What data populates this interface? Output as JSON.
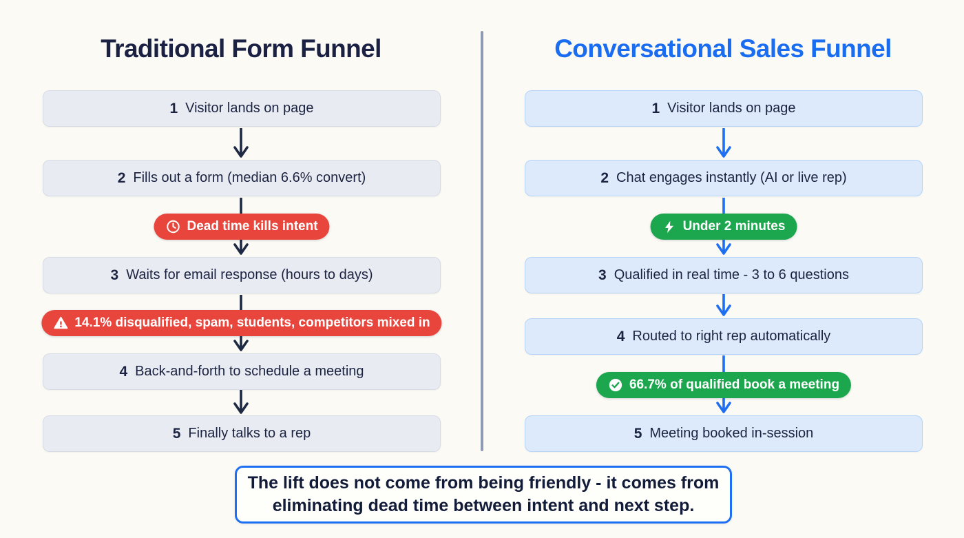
{
  "left": {
    "title": "Traditional Form Funnel",
    "steps": [
      {
        "num": "1",
        "label": "Visitor lands on page"
      },
      {
        "num": "2",
        "label": "Fills out a form (median 6.6% convert)"
      },
      {
        "num": "3",
        "label": "Waits for email response (hours to days)"
      },
      {
        "num": "4",
        "label": "Back-and-forth to schedule a meeting"
      },
      {
        "num": "5",
        "label": "Finally talks to a rep"
      }
    ],
    "badges": [
      {
        "icon": "clock-icon",
        "text": "Dead time kills intent"
      },
      {
        "icon": "warning-icon",
        "text": "14.1% disqualified, spam, students, competitors mixed in"
      }
    ]
  },
  "right": {
    "title": "Conversational Sales Funnel",
    "steps": [
      {
        "num": "1",
        "label": "Visitor lands on page"
      },
      {
        "num": "2",
        "label": "Chat engages instantly (AI or live rep)"
      },
      {
        "num": "3",
        "label": "Qualified in real time - 3 to 6 questions"
      },
      {
        "num": "4",
        "label": "Routed to right rep automatically"
      },
      {
        "num": "5",
        "label": "Meeting booked in-session"
      }
    ],
    "badges": [
      {
        "icon": "bolt-icon",
        "text": "Under 2 minutes"
      },
      {
        "icon": "check-circle-icon",
        "text": "66.7% of qualified book a meeting"
      }
    ]
  },
  "footer": {
    "line1": "The lift does not come from being friendly - it comes from",
    "line2": "eliminating dead time between intent and next step."
  },
  "colors": {
    "accent_blue": "#1a6cf0",
    "dark_navy": "#1b2142",
    "alert_red": "#e8463d",
    "success_green": "#1ca64e",
    "divider_slate": "#8d9ab2"
  }
}
